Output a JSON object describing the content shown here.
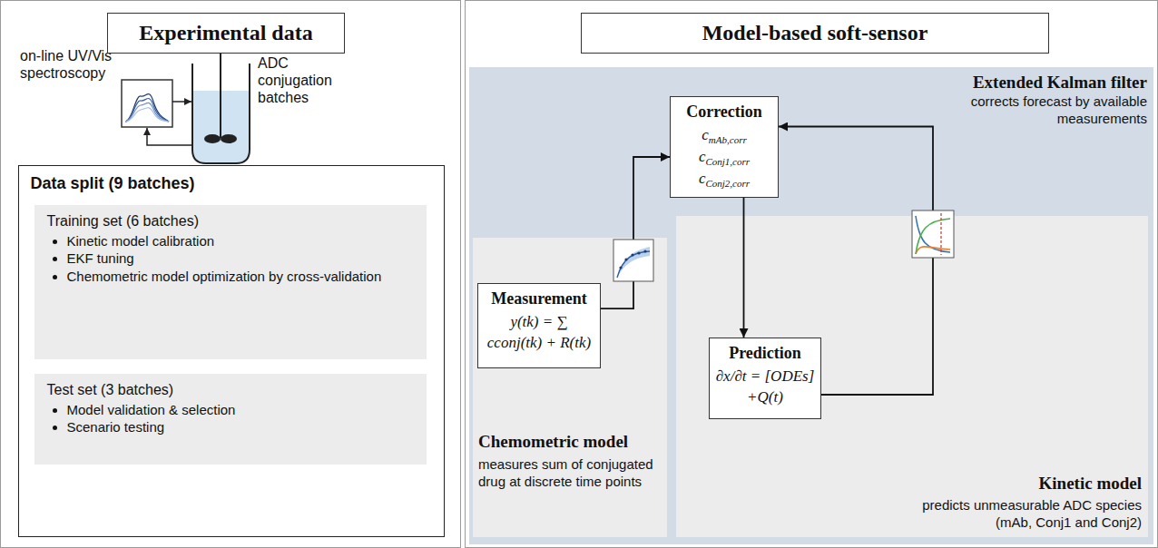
{
  "diagram": {
    "nodes": [
      {
        "text": [
          "Experimental data"
        ]
      },
      {
        "text": [
          "Data split (9 batches)"
        ],
        "in": 0
      },
      {
        "text": [
          "Training set (6 batches)",
          "Kinetic model calibration",
          "EKF tuning",
          "Chemometric model optimization by cross-validation"
        ],
        "in": 1
      },
      {
        "text": [
          "Test set (3 batches)",
          "Model validation & selection",
          "Scenario testing"
        ],
        "in": 1
      },
      {
        "text": [
          "Model-based soft-sensor"
        ]
      },
      {
        "text": [
          "Extended Kalman filter",
          "corrects forecast by available measurements"
        ],
        "in": 4
      },
      {
        "text": [
          "Correction",
          "cmAb,corr",
          "cConj1,corr",
          "cConj2,corr"
        ],
        "in": 5
      },
      {
        "text": [
          "Chemometric model",
          "measures sum of conjugated drug at discrete time points"
        ],
        "in": 5
      },
      {
        "text": [
          "Measurement",
          "y(tk) = ∑ cconj(tk) + R(tk)"
        ],
        "in": 7
      },
      {
        "text": [
          "Kinetic model",
          "predicts unmeasurable ADC species (mAb, Conj1 and Conj2)"
        ],
        "in": 5
      },
      {
        "text": [
          "Prediction",
          "∂x/∂t = [ODEs] +Q(t)"
        ],
        "in": 9
      }
    ],
    "edges": [
      {
        "from": 8,
        "to": 6,
        "arrow": "to"
      },
      {
        "from": 6,
        "to": 10,
        "arrow": "to"
      },
      {
        "from": 10,
        "to": 6,
        "arrow": "to"
      }
    ],
    "labels": [
      "on-line UV/Vis spectroscopy",
      "ADC conjugation batches"
    ]
  }
}
